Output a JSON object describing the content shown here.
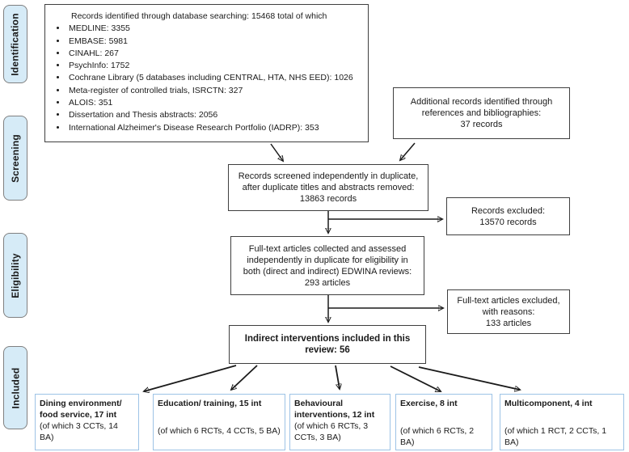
{
  "diagram": {
    "stages": [
      {
        "label": "Identification"
      },
      {
        "label": "Screening"
      },
      {
        "label": "Eligibility"
      },
      {
        "label": "Included"
      }
    ],
    "boxes": {
      "records_identified": {
        "heading": "Records identified through database searching: 15468  total of which",
        "sources": [
          "MEDLINE: 3355",
          "EMBASE: 5981",
          "CINAHL: 267",
          "PsychInfo: 1752",
          "Cochrane Library (5 databases including CENTRAL, HTA, NHS EED): 1026",
          "Meta-register of controlled trials, ISRCTN: 327",
          "ALOIS: 351",
          "Dissertation and Thesis abstracts: 2056",
          "International Alzheimer's Disease Research Portfolio (IADRP): 353"
        ]
      },
      "additional_records": {
        "text": "Additional records identified through\nreferences and bibliographies:\n37 records"
      },
      "records_screened": {
        "text": "Records screened independently in duplicate,\nafter duplicate titles and abstracts removed:\n13863  records"
      },
      "records_excluded": {
        "text": "Records excluded:\n13570  records"
      },
      "fulltext_assessed": {
        "text": "Full-text articles collected and  assessed\nindependently in duplicate for eligibility in\nboth (direct and indirect) EDWINA reviews:\n293  articles"
      },
      "fulltext_excluded": {
        "text": "Full-text articles excluded,\nwith reasons:\n133  articles"
      },
      "included_review": {
        "text": "Indirect interventions included in this\nreview: 56"
      }
    },
    "categories": [
      {
        "title": "Dining environment/ food service, 17 int",
        "detail": "(of which 3 CCTs, 14 BA)"
      },
      {
        "title": "Education/ training, 15 int",
        "detail": "(of which 6 RCTs, 4 CCTs, 5 BA)"
      },
      {
        "title": "Behavioural interventions, 12 int",
        "detail": "(of which 6 RCTs, 3 CCTs, 3 BA)"
      },
      {
        "title": "Exercise, 8 int",
        "detail": "(of which 6 RCTs, 2 BA)"
      },
      {
        "title": "Multicomponent, 4 int",
        "detail": "(of which 1 RCT, 2 CCTs, 1 BA)"
      }
    ],
    "colors": {
      "stage_fill": "#d6ebf7",
      "stage_border": "#808080",
      "box_border": "#3f3f3f",
      "category_border": "#9dc3e6",
      "arrow_color": "#1a1a1a"
    }
  }
}
